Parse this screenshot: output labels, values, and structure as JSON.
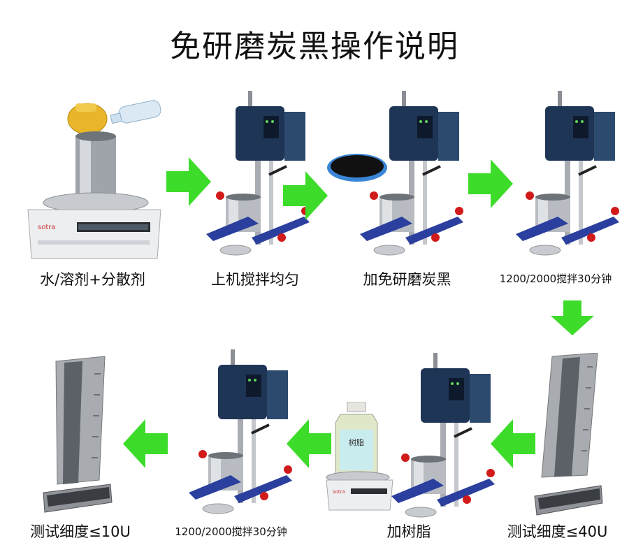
{
  "title": "免研磨炭黑操作说明",
  "steps": {
    "s1": "水/溶剂+分散剂",
    "s2": "上机搅拌均匀",
    "s3": "加免研磨炭黑",
    "s4": "1200/2000搅拌30分钟",
    "s5": "测试细度≤40U",
    "s6": "加树脂",
    "s7": "1200/2000搅拌30分钟",
    "s8": "测试细度≤10U"
  },
  "scale_brand": "sotra",
  "bottle_label": "树脂",
  "colors": {
    "arrow": "#3ddc2a",
    "mixer_body": "#1f3556",
    "base": "#2b3f9e",
    "knob": "#d11a1a",
    "cup": "#b8bcc2"
  }
}
